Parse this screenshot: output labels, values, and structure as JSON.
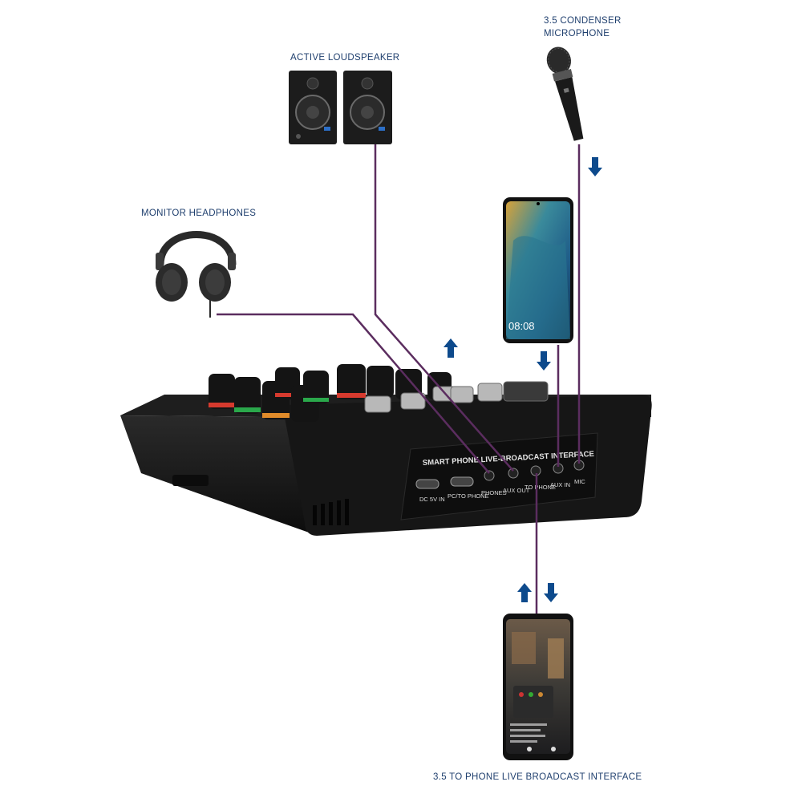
{
  "labels": {
    "microphone_line1": "3.5 CONDENSER",
    "microphone_line2": "MICROPHONE",
    "loudspeaker": "ACTIVE LOUDSPEAKER",
    "headphones": "MONITOR HEADPHONES",
    "bottom_phone": "3.5 TO PHONE LIVE BROADCAST INTERFACE"
  },
  "mixer": {
    "panel_title": "SMART PHONE LIVE-BROADCAST INTERFACE",
    "ports": [
      "DC 5V IN",
      "PC/TO PHONE",
      "PHONES",
      "AUX OUT",
      "TO PHONE",
      "AUX IN",
      "MIC"
    ]
  },
  "phone_top": {
    "time": "08:08"
  },
  "colors": {
    "cable": "#5b2d5f",
    "arrow": "#0d4a8c",
    "label": "#1f3f6e"
  }
}
